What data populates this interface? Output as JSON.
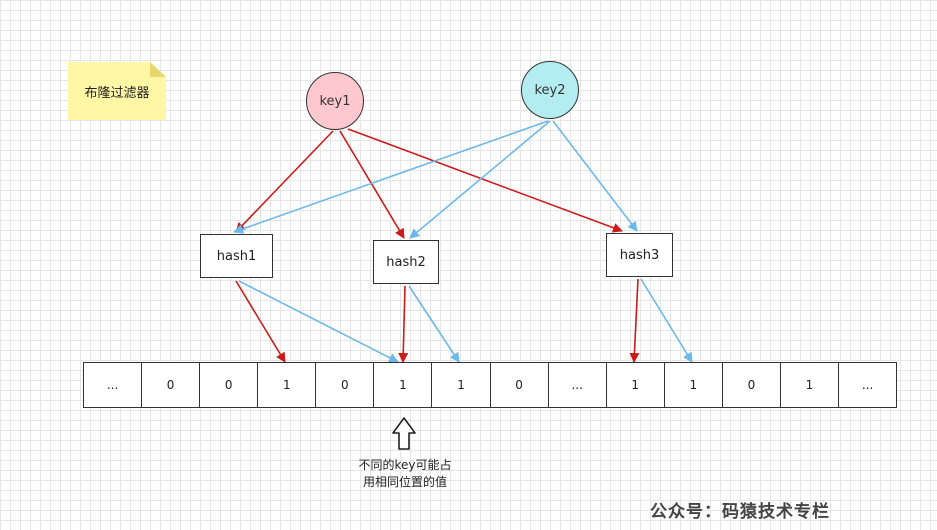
{
  "note": {
    "text": "布隆过滤器"
  },
  "keys": [
    {
      "label": "key1",
      "fill": "#ffc8cf"
    },
    {
      "label": "key2",
      "fill": "#b3ecf1"
    }
  ],
  "hashes": [
    "hash1",
    "hash2",
    "hash3"
  ],
  "bit_array": [
    "...",
    "0",
    "0",
    "1",
    "0",
    "1",
    "1",
    "0",
    "...",
    "1",
    "1",
    "0",
    "1",
    "..."
  ],
  "pointer": {
    "caption_line1": "不同的key可能占",
    "caption_line2": "用相同位置的值"
  },
  "watermark": "公众号：码猿技术专栏",
  "colors": {
    "key1_arrow": "#cc1b1b",
    "key2_arrow": "#6cb8ea"
  }
}
